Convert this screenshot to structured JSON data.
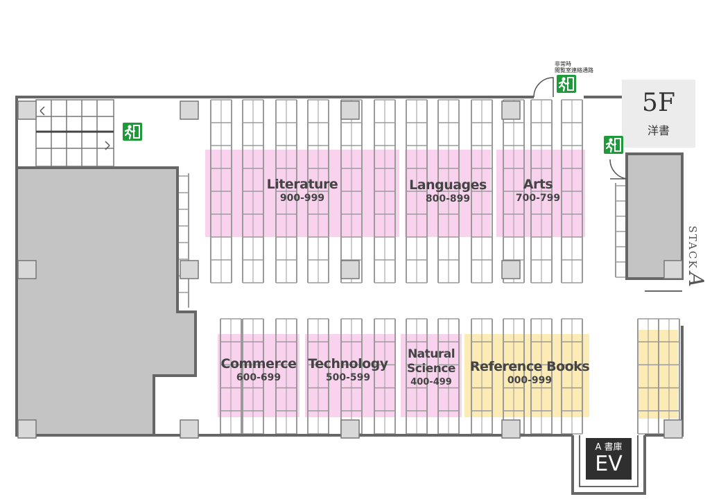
{
  "floor": {
    "number": "5F",
    "subtitle": "洋書"
  },
  "stack": {
    "word": "STACK",
    "letter": "A"
  },
  "elevator": {
    "top": "A 書庫",
    "main": "EV"
  },
  "emergency_note": {
    "line1": "非常時",
    "line2": "閲覧室連絡通路"
  },
  "zones": [
    {
      "id": "literature",
      "name": "Literature",
      "range": "900-999",
      "color": "#f9d3ee"
    },
    {
      "id": "languages",
      "name": "Languages",
      "range": "800-899",
      "color": "#f9d3ee"
    },
    {
      "id": "arts",
      "name": "Arts",
      "range": "700-799",
      "color": "#f9d3ee"
    },
    {
      "id": "commerce",
      "name": "Commerce",
      "range": "600-699",
      "color": "#f9d3ee"
    },
    {
      "id": "technology",
      "name": "Technology",
      "range": "500-599",
      "color": "#f9d3ee"
    },
    {
      "id": "natural-science",
      "name": "Natural\nScience",
      "range": "400-499",
      "color": "#f9d3ee"
    },
    {
      "id": "reference-books",
      "name": "Reference Books",
      "range": "000-999",
      "color": "#fcebb5"
    }
  ],
  "colors": {
    "wall": "#666666",
    "room_fill": "#c4c4c4",
    "pillar": "#d8d8d8",
    "shelf": "#9a9a9a",
    "exit_green": "#1f9a3a"
  },
  "icons": [
    "exit-sign-icon",
    "door-swing-icon",
    "staircase-icon"
  ]
}
